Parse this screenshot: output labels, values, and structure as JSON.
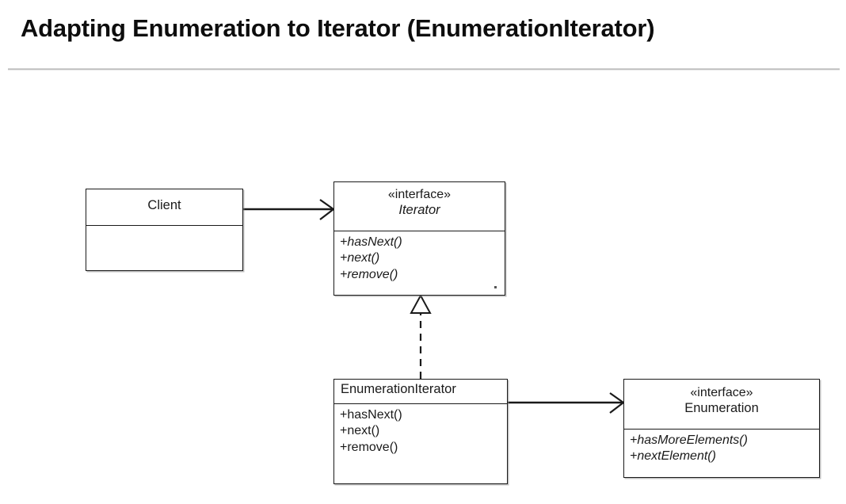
{
  "slide": {
    "title": "Adapting Enumeration to Iterator (EnumerationIterator)",
    "background_color": "#ffffff",
    "rule_color": "#bdbdbd"
  },
  "diagram": {
    "kind": "uml-class-diagram",
    "line_color": "#1a1a1a",
    "classes": [
      {
        "id": "client",
        "name": "Client",
        "stereotype": "",
        "abstract": false,
        "name_align": "center",
        "members": []
      },
      {
        "id": "iterator",
        "name": "Iterator",
        "stereotype": "«interface»",
        "abstract": true,
        "name_align": "center",
        "members": [
          {
            "text": "+hasNext()",
            "abstract": true
          },
          {
            "text": "+next()",
            "abstract": true
          },
          {
            "text": "+remove()",
            "abstract": true
          }
        ]
      },
      {
        "id": "enumerationiterator",
        "name": "EnumerationIterator",
        "stereotype": "",
        "abstract": false,
        "name_align": "left",
        "members": [
          {
            "text": "+hasNext()",
            "abstract": false
          },
          {
            "text": "+next()",
            "abstract": false
          },
          {
            "text": "+remove()",
            "abstract": false
          }
        ]
      },
      {
        "id": "enumeration",
        "name": "Enumeration",
        "stereotype": "«interface»",
        "abstract": false,
        "name_align": "center",
        "members": [
          {
            "text": "+hasMoreElements()",
            "abstract": true
          },
          {
            "text": "+nextElement()",
            "abstract": true
          }
        ]
      }
    ],
    "relationships": [
      {
        "id": "client-uses-iterator",
        "from": "client",
        "to": "iterator",
        "type": "association",
        "line": "solid",
        "arrowhead": "open",
        "label": ""
      },
      {
        "id": "enumerationiterator-implements-iterator",
        "from": "enumerationiterator",
        "to": "iterator",
        "type": "realization",
        "line": "dashed",
        "arrowhead": "hollow-triangle",
        "label": ""
      },
      {
        "id": "enumerationiterator-uses-enumeration",
        "from": "enumerationiterator",
        "to": "enumeration",
        "type": "association",
        "line": "solid",
        "arrowhead": "open",
        "label": ""
      }
    ]
  }
}
